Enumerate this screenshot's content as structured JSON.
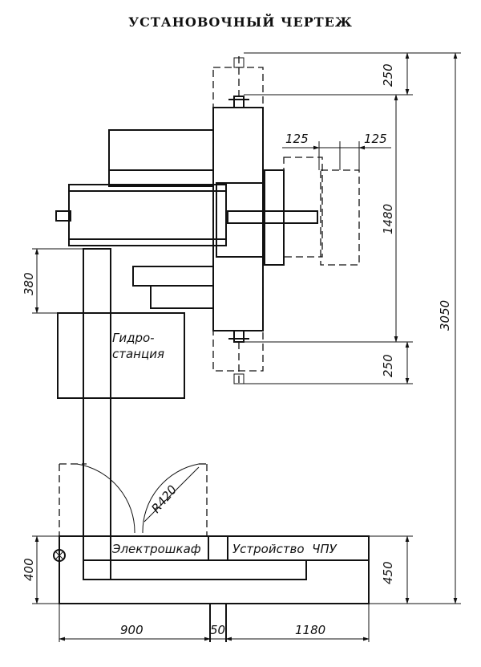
{
  "title": "УСТАНОВОЧНЫЙ ЧЕРТЕЖ",
  "labels": {
    "hydro_1": "Гидро-",
    "hydro_2": "станция",
    "cabinet": "Электрошкаф",
    "cnc": "Устройство  ЧПУ",
    "radius": "R420"
  },
  "dimensions": {
    "d250_top": "250",
    "d125_left": "125",
    "d125_right": "125",
    "d1480": "1480",
    "d3050": "3050",
    "d380": "380",
    "d250_bottom": "250",
    "d400": "400",
    "d450": "450",
    "d900": "900",
    "d50": "50",
    "d1180": "1180"
  }
}
